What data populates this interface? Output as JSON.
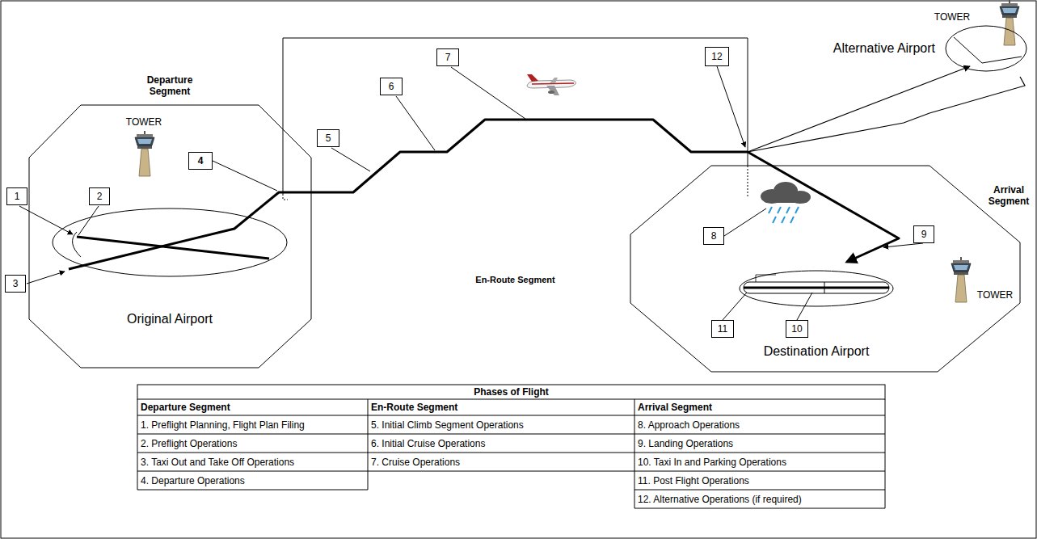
{
  "diagram": {
    "nodes": [
      {
        "text": [
          "Departure Segment",
          "Original Airport"
        ]
      },
      {
        "text": [
          "En-Route Segment"
        ]
      },
      {
        "text": [
          "Arrival Segment",
          "Destination Airport"
        ]
      },
      {
        "text": [
          "Alternative Airport"
        ]
      },
      {
        "text": [
          "1"
        ],
        "in": 0
      },
      {
        "text": [
          "2"
        ],
        "in": 0
      },
      {
        "text": [
          "3"
        ],
        "in": 0
      },
      {
        "text": [
          "4"
        ],
        "in": 0
      },
      {
        "text": [
          "5"
        ],
        "in": 1
      },
      {
        "text": [
          "6"
        ],
        "in": 1
      },
      {
        "text": [
          "7"
        ],
        "in": 1
      },
      {
        "text": [
          "8"
        ],
        "in": 2
      },
      {
        "text": [
          "9"
        ],
        "in": 2
      },
      {
        "text": [
          "10"
        ],
        "in": 2
      },
      {
        "text": [
          "11"
        ],
        "in": 2
      },
      {
        "text": [
          "12"
        ],
        "in": 1
      }
    ],
    "labels": [
      "TOWER",
      "TOWER",
      "TOWER",
      "Phases of Flight",
      "Departure Segment",
      "En-Route Segment",
      "Arrival Segment",
      "1. Preflight Planning, Flight Plan Filing",
      "2. Preflight Operations",
      "3. Taxi Out and Take Off Operations",
      "4. Departure Operations",
      "5. Initial Climb Segment Operations",
      "6. Initial Cruise Operations",
      "7. Cruise Operations",
      "8. Approach Operations",
      "9. Landing Operations",
      "10. Taxi In and Parking Operations",
      "11. Post Flight Operations",
      "12. Alternative Operations (if required)"
    ]
  }
}
